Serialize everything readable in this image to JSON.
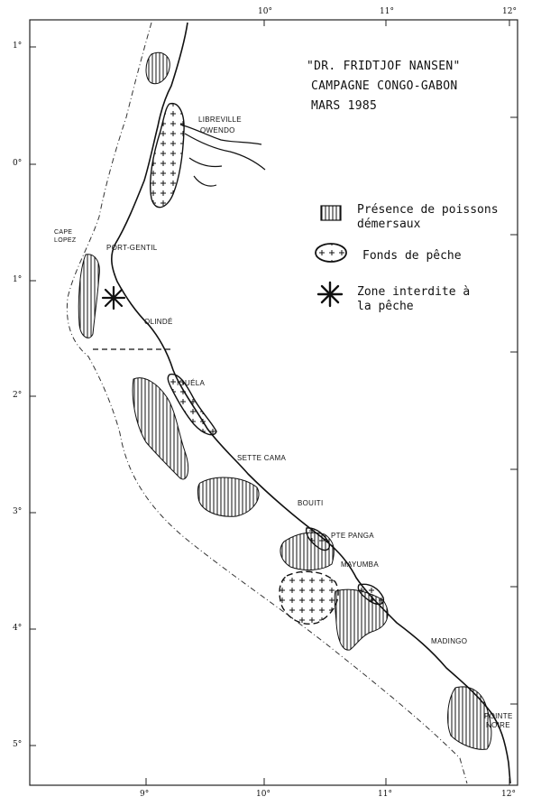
{
  "title": {
    "line1": "\"DR. FRIDTJOF NANSEN\"",
    "line2": "CAMPAGNE CONGO-GABON",
    "line3": "MARS 1985"
  },
  "legend": {
    "demersal_line1": "Présence de poissons",
    "demersal_line2": "démersaux",
    "fishing_grounds": "Fonds de pêche",
    "forbidden_line1": "Zone interdite à",
    "forbidden_line2": "la pêche"
  },
  "places": {
    "libreville": "LIBREVILLE",
    "owendo": "OWENDO",
    "cap_lopez": "CAPE LOPEZ",
    "port_gentil": "PORT-GENTIL",
    "olinde": "OLINDÉ",
    "iguela": "IGUÉLA",
    "sette_cama": "SETTE CAMA",
    "bouiti": "BOUITI",
    "pte_panga": "PTE PANGA",
    "mayumba": "MAYUMBA",
    "madingo": "MADINGO",
    "pointe_noire_1": "POINTE",
    "pointe_noire_2": "NOIRE"
  },
  "latitude_labels": [
    "1°",
    "0°",
    "1°",
    "2°",
    "3°",
    "4°",
    "5°"
  ],
  "longitude_labels": [
    "9°",
    "10°",
    "11°",
    "12°"
  ],
  "top_longitude_labels": [
    "10°",
    "11°",
    "12°"
  ]
}
